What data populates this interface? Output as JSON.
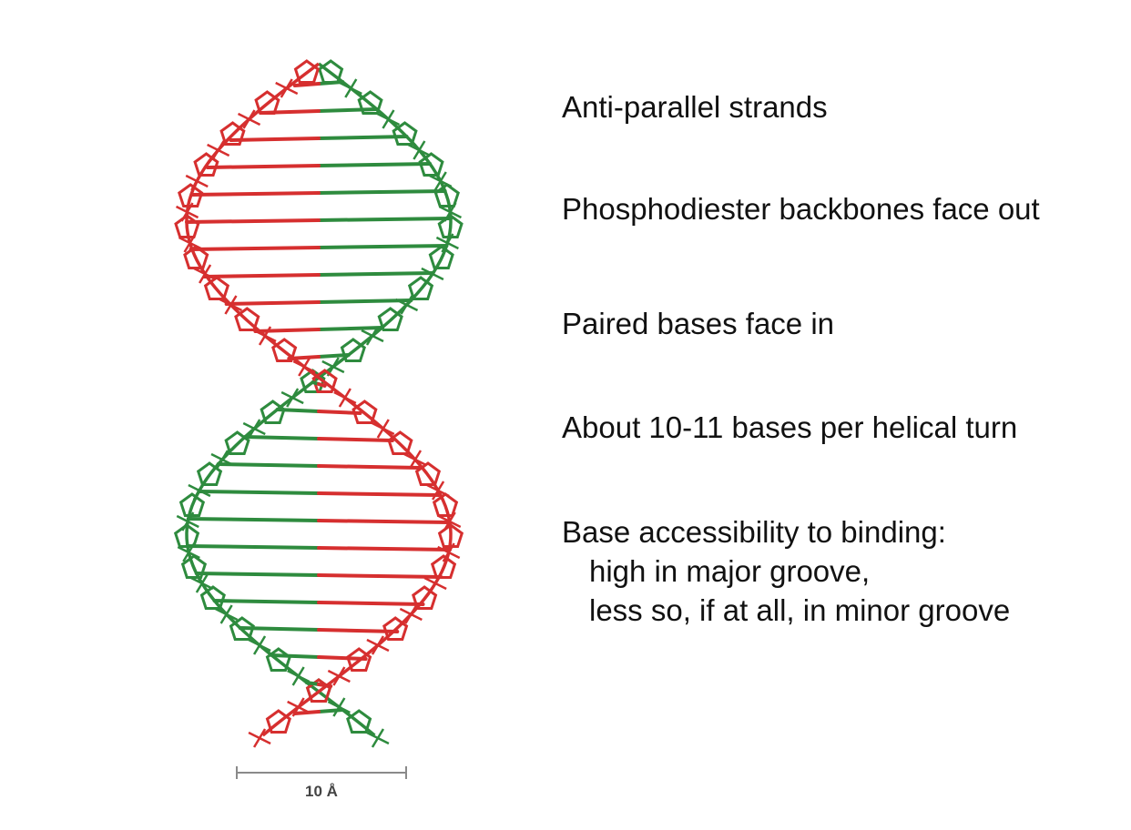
{
  "figure": {
    "scale_bar_label": "10 Å",
    "strand_colors": {
      "strand_a": "#2e8b3e",
      "strand_b": "#d62f2f"
    }
  },
  "notes": {
    "antiparallel": "Anti-parallel strands",
    "backbones": "Phosphodiester backbones face out",
    "paired_bases": "Paired bases face in",
    "bases_per_turn": "About 10-11 bases per helical turn",
    "accessibility": {
      "heading": "Base accessibility to binding:",
      "major": "high in major groove,",
      "minor": "less so, if at all, in minor groove"
    }
  }
}
